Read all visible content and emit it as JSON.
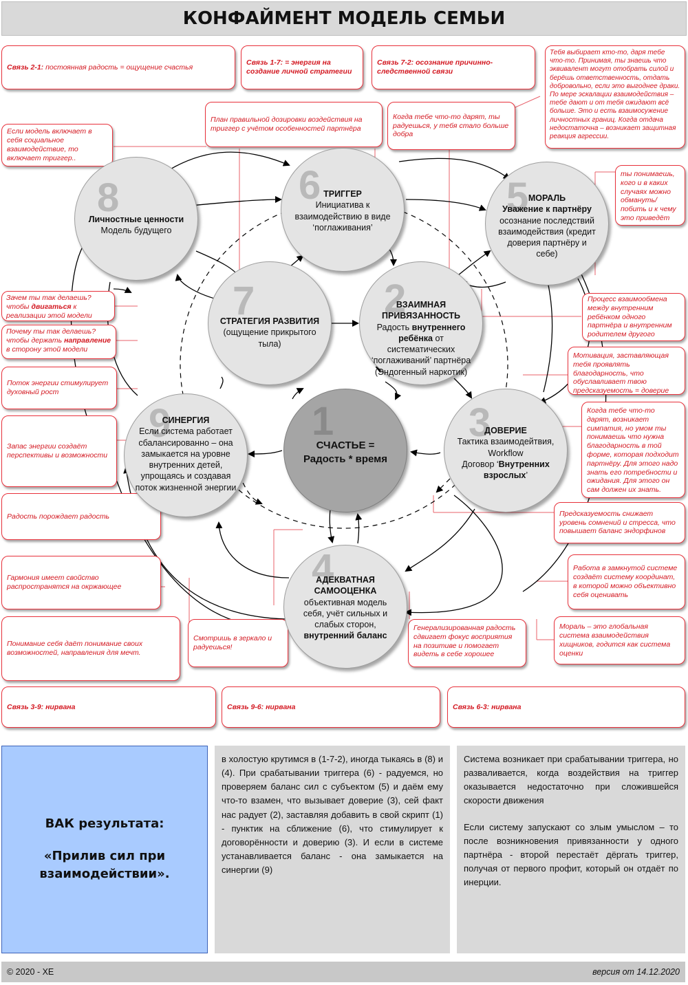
{
  "title": "КОНФАЙМЕНТ МОДЕЛЬ СЕМЬИ",
  "notes": {
    "link21": "<b>Связь 2-1:</b> постоянная радость = ощущение счастья",
    "link17": "Связь 1-7: = энергия на создание личной стратегии",
    "link72": "Связь 7-2: осознание причинно-следственной связи",
    "choose": "Тебя выбирает кто-то, даря тебе что-то. Принимая, ты знаешь что эквивалент могут отобрать силой и берёшь ответственность, отдать добровольно, если это выгоднее драки. По мере эскалации взаимодействия – тебе дают и от тебя ожидают всё больше. Это и есть взаимосужение личностных границ. Когда отдача недостаточна – возникает защитная реакция агрессии.",
    "dosage": "План правильной дозировки воздействия на триггер с учётом особенностей партнёра",
    "gift": "Когда тебе что-то дарят, ты радуешься, у тебя стало больше добра",
    "model": "Если модель включает в себя социальное взаимодействие, то включает триггер..",
    "understand": "ты понимаешь, кого и в каких случаях можно обмануть/ побить и к чему это приведёт",
    "why1": "Зачем ты так делаешь? чтобы <b>двигаться</b> к реализации этой модели",
    "why2": "Почему ты так делаешь? чтобы держать <b>направление</b> в сторону этой модели",
    "exchange": "Процесс взаимообмена между внутренним ребёнком одного партнёра и внутренним родителем другого",
    "motivation": "Мотивация, заставляющая тебя проявлять благодарность, что обуславливает твою предсказуемость = доверие",
    "flow": "Поток энергии стимулирует духовный рост",
    "reserve": "Запас энергии создаёт перспективы и возможности",
    "sympathy": "Когда тебе что-то дарят, возникает симпатия, но умом ты понимаешь что нужна благодарность в той форме, которая подходит партнёру. Для этого надо знать его потребности и ожидания. Для этого он сам должен их знать.",
    "joy": "Радость порождает радость",
    "predict": "Предсказуемость снижает уровень сомнений и стресса, что повышает баланс эндорфинов",
    "harmony": "Гармония имеет свойство распространятся на окржающее",
    "closed": "Работа в замкнутой системе создаёт систему координат, в которой можно объективно себя оценивать",
    "selfknow": "Понимание себя даёт понимание своих возможностей, направления для мечт.",
    "mirror": "Смотришь в зеркало и радуешься!",
    "general": "Генерализированная радость сдвигает фокус восприятия на позитиве и помогает видеть в себе хорошее",
    "moral": "Мораль – это глобальная система взаимодействия хищников, годится как система оценки",
    "link39": "Связь 3-9: нирвана",
    "link96": "Связь 9-6: нирвана",
    "link63": "Связь 6-3: нирвана"
  },
  "nodes": {
    "n1": {
      "num": "1",
      "line1": "СЧАСТЬЕ =",
      "line2": "Радость * время"
    },
    "n2": {
      "num": "2",
      "title": "ВЗАИМНАЯ ПРИВЯЗАННОСТЬ",
      "html": "Радость <b>внутреннего ребёнка</b> от систематических ‘поглаживаний’ партнёра (Эндогенный наркотик)"
    },
    "n3": {
      "num": "3",
      "title": "ДОВЕРИЕ",
      "html": "Тактика взаимодейтвия, Workflow<br>Договор ‘<b>Внутренних взрослых</b>’"
    },
    "n4": {
      "num": "4",
      "title": "АДЕКВАТНАЯ САМООЦЕНКА",
      "html": "объективная модель себя, учёт сильных и слабых сторон,<br><b>внутренний баланс</b>"
    },
    "n5": {
      "num": "5",
      "title": "МОРАЛЬ",
      "html": "<b>Уважение к партнёру</b><br>осознание последствий взаимодействия (кредит доверия партнёру и себе)"
    },
    "n6": {
      "num": "6",
      "title": "ТРИГГЕР",
      "html": "Инициатива к взаимодействию в виде ‘поглаживания’"
    },
    "n7": {
      "num": "7",
      "title": "СТРАТЕГИЯ РАЗВИТИЯ",
      "html": "(ощущение прикрытого тыла)"
    },
    "n8": {
      "num": "8",
      "title": "Личностные ценности",
      "html": "Модель будущего"
    },
    "n9": {
      "num": "9",
      "title": "СИНЕРГИЯ",
      "html": "Если система работает сбалансированно – она замыкается на уровне внутренних детей, упрощаясь и создавая поток жизненной энергии"
    }
  },
  "vak": {
    "line1": "ВАК результата:",
    "line2": "«Прилив сил при взаимодействии»."
  },
  "middle_text": "в холостую крутимся в (1-7-2), иногда тыкаясь в (8) и (4). При срабатывании триггера (6) - радуемся, но проверяем баланс сил с субъектом (5) и даём ему что-то взамен, что вызывает доверие (3), сей факт нас радует (2), заставляя добавить в свой скрипт (1) - пунктик на сближение (6), что стимулирует к договорённости и доверию (3). И если в системе устанавливается баланс - она замыкается на синергии (9)",
  "right_p1": "Система возникает при срабатывании триггера, но разваливается, когда воздействия на триггер оказывается недостаточно при сложившейся скорости движения",
  "right_p2": "Если систему запускают со злым умыслом – то после возникновения привязанности у одного партнёра - второй перестаёт дёргать триггер, получая от первого профит, который он отдаёт по инерции.",
  "footer": {
    "left": "© 2020 - XE",
    "right": "версия от 14.12.2020"
  }
}
